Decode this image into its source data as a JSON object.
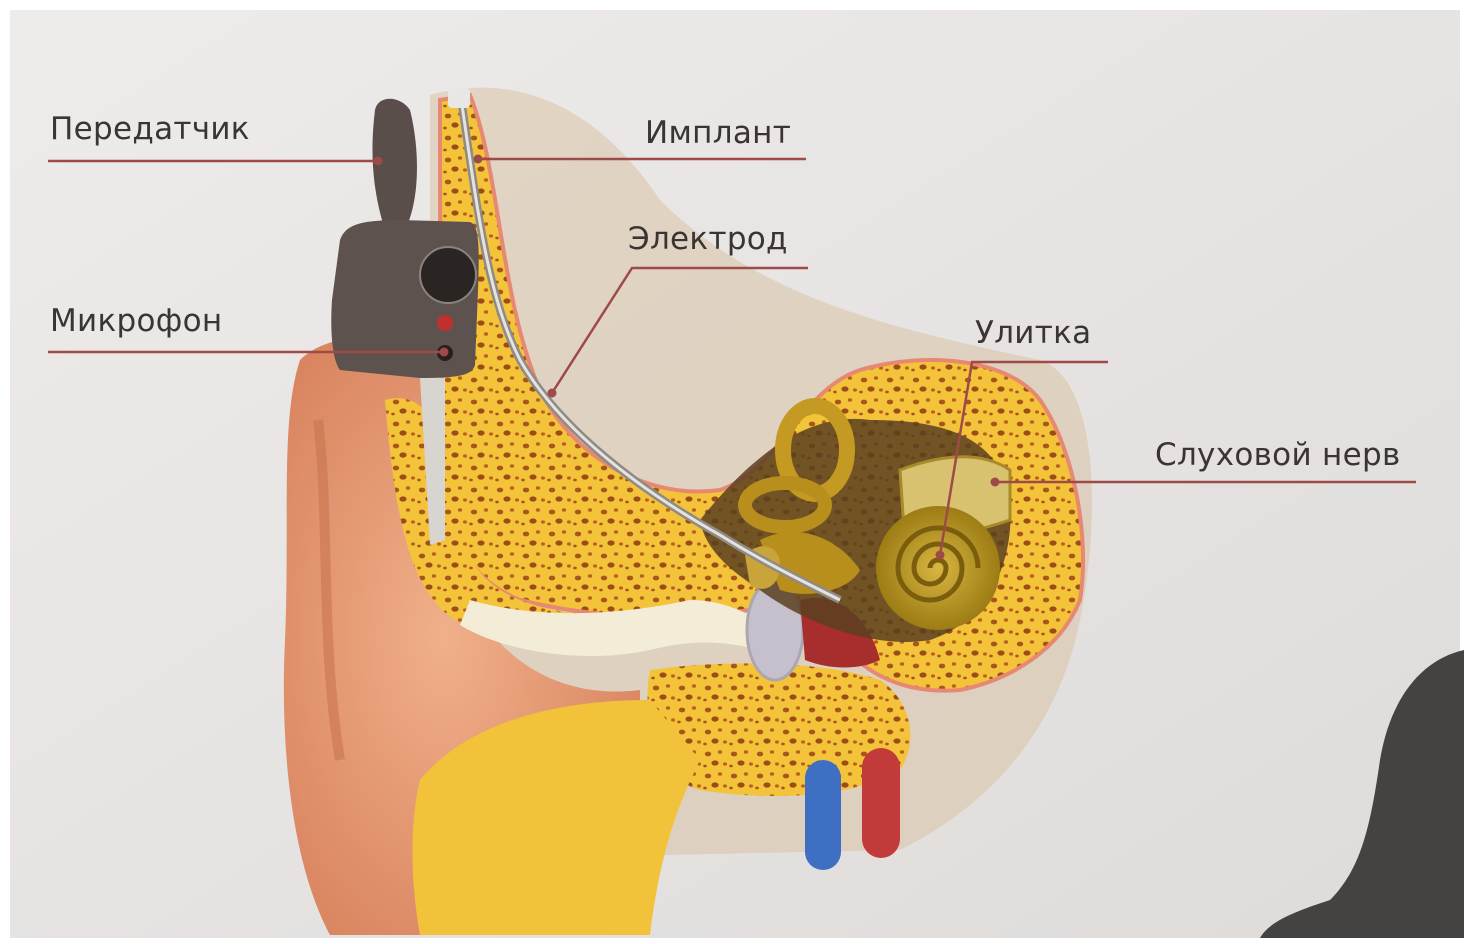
{
  "labels": {
    "transmitter": "Передатчик",
    "implant": "Имплант",
    "electrode": "Электрод",
    "microphone": "Микрофон",
    "cochlea": "Улитка",
    "auditory_nerve": "Слуховой нерв"
  },
  "colors": {
    "background": "#e8e6e4",
    "leader_line": "#9e4a48",
    "bone": "#f3c43a",
    "bone_pores": "#a8551c",
    "skin": "#e79a72",
    "cochlea": "#b8961e",
    "device": "#5e524e",
    "vein": "#3f6fc2",
    "artery": "#c23a3a"
  }
}
